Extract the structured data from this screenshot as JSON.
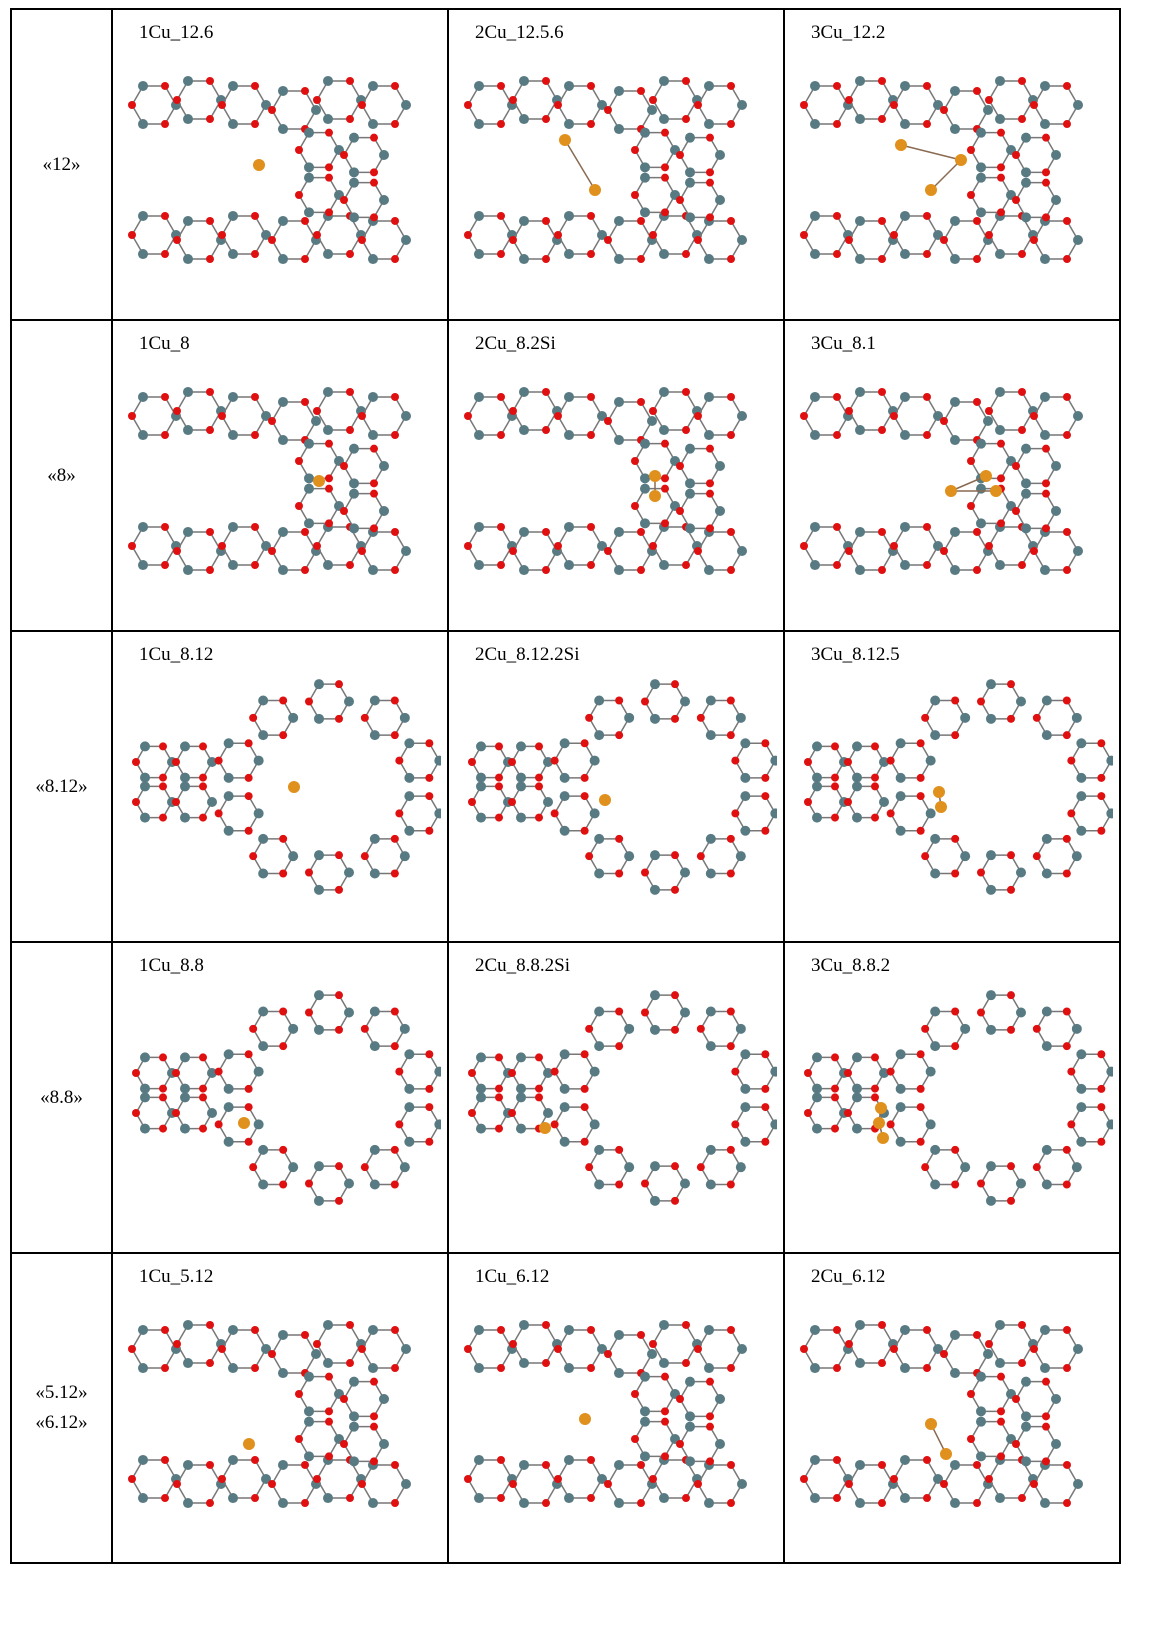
{
  "rows": [
    {
      "label": [
        "«12»"
      ],
      "cells": [
        "1Cu_12.6",
        "2Cu_12.5.6",
        "3Cu_12.2"
      ],
      "layout": "A",
      "cu": [
        [
          [
            140,
            115
          ]
        ],
        [
          [
            110,
            90
          ],
          [
            140,
            140
          ]
        ],
        [
          [
            110,
            95
          ],
          [
            170,
            110
          ],
          [
            140,
            140
          ]
        ]
      ]
    },
    {
      "label": [
        "«8»"
      ],
      "cells": [
        "1Cu_8",
        "2Cu_8.2Si",
        "3Cu_8.1"
      ],
      "layout": "A",
      "cu": [
        [
          [
            200,
            120
          ]
        ],
        [
          [
            200,
            115
          ],
          [
            200,
            135
          ]
        ],
        [
          [
            195,
            115
          ],
          [
            160,
            130
          ],
          [
            205,
            130
          ]
        ]
      ]
    },
    {
      "label": [
        "«8.12»"
      ],
      "cells": [
        "1Cu_8.12",
        "2Cu_8.12.2Si",
        "3Cu_8.12.5"
      ],
      "layout": "B",
      "cu": [
        [
          [
            175,
            115
          ]
        ],
        [
          [
            150,
            128
          ]
        ],
        [
          [
            148,
            120
          ],
          [
            150,
            135
          ]
        ]
      ]
    },
    {
      "label": [
        "«8.8»"
      ],
      "cells": [
        "1Cu_8.8",
        "2Cu_8.8.2Si",
        "3Cu_8.8.2"
      ],
      "layout": "B",
      "cu": [
        [
          [
            125,
            140
          ]
        ],
        [
          [
            90,
            145
          ]
        ],
        [
          [
            90,
            125
          ],
          [
            88,
            140
          ],
          [
            92,
            155
          ]
        ]
      ]
    },
    {
      "label": [
        "«5.12»",
        "«6.12»"
      ],
      "cells": [
        "1Cu_5.12",
        "1Cu_6.12",
        "2Cu_6.12"
      ],
      "layout": "A",
      "cu": [
        [
          [
            130,
            150
          ]
        ],
        [
          [
            130,
            125
          ]
        ],
        [
          [
            140,
            130
          ],
          [
            155,
            160
          ]
        ]
      ]
    }
  ],
  "colors": {
    "silicon": "#587a82",
    "oxygen": "#e01010",
    "copper": "#e0901c",
    "bond": "#8a6a50"
  }
}
